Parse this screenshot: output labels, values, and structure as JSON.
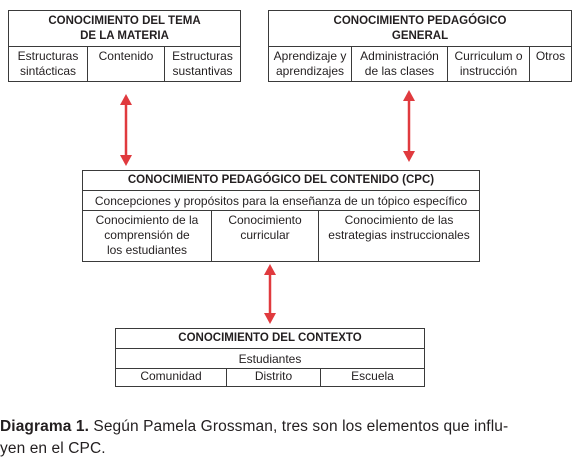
{
  "colors": {
    "border": "#3a3a3a",
    "arrow": "#e03a3e",
    "text": "#231f20"
  },
  "box_materia": {
    "title_line1": "CONOCIMIENTO DEL TEMA",
    "title_line2": "DE LA MATERIA",
    "cells": [
      [
        "Estructuras",
        "sintácticas"
      ],
      [
        "Contenido"
      ],
      [
        "Estructuras",
        "sustantivas"
      ]
    ]
  },
  "box_pedagogico": {
    "title_line1": "CONOCIMIENTO PEDAGÓGICO",
    "title_line2": "GENERAL",
    "cells": [
      [
        "Aprendizaje y",
        "aprendizajes"
      ],
      [
        "Administración",
        "de las clases"
      ],
      [
        "Curriculum o",
        "instrucción"
      ],
      [
        "Otros"
      ]
    ]
  },
  "box_cpc": {
    "title": "CONOCIMIENTO PEDAGÓGICO DEL CONTENIDO (CPC)",
    "subtitle": "Concepciones y propósitos para la enseñanza de un tópico específico",
    "cells": [
      [
        "Conocimiento de la",
        "comprensión de",
        "los estudiantes"
      ],
      [
        "Conocimiento",
        "curricular"
      ],
      [
        "Conocimiento de las",
        "estrategias instruccionales"
      ]
    ]
  },
  "box_contexto": {
    "title": "CONOCIMIENTO DEL CONTEXTO",
    "subtitle": "Estudiantes",
    "cells": [
      "Comunidad",
      "Distrito",
      "Escuela"
    ]
  },
  "caption": {
    "label": "Diagrama 1.",
    "text_line1": " Según Pamela Grossman, tres son los elementos que influ-",
    "text_line2": "yen en el CPC."
  }
}
